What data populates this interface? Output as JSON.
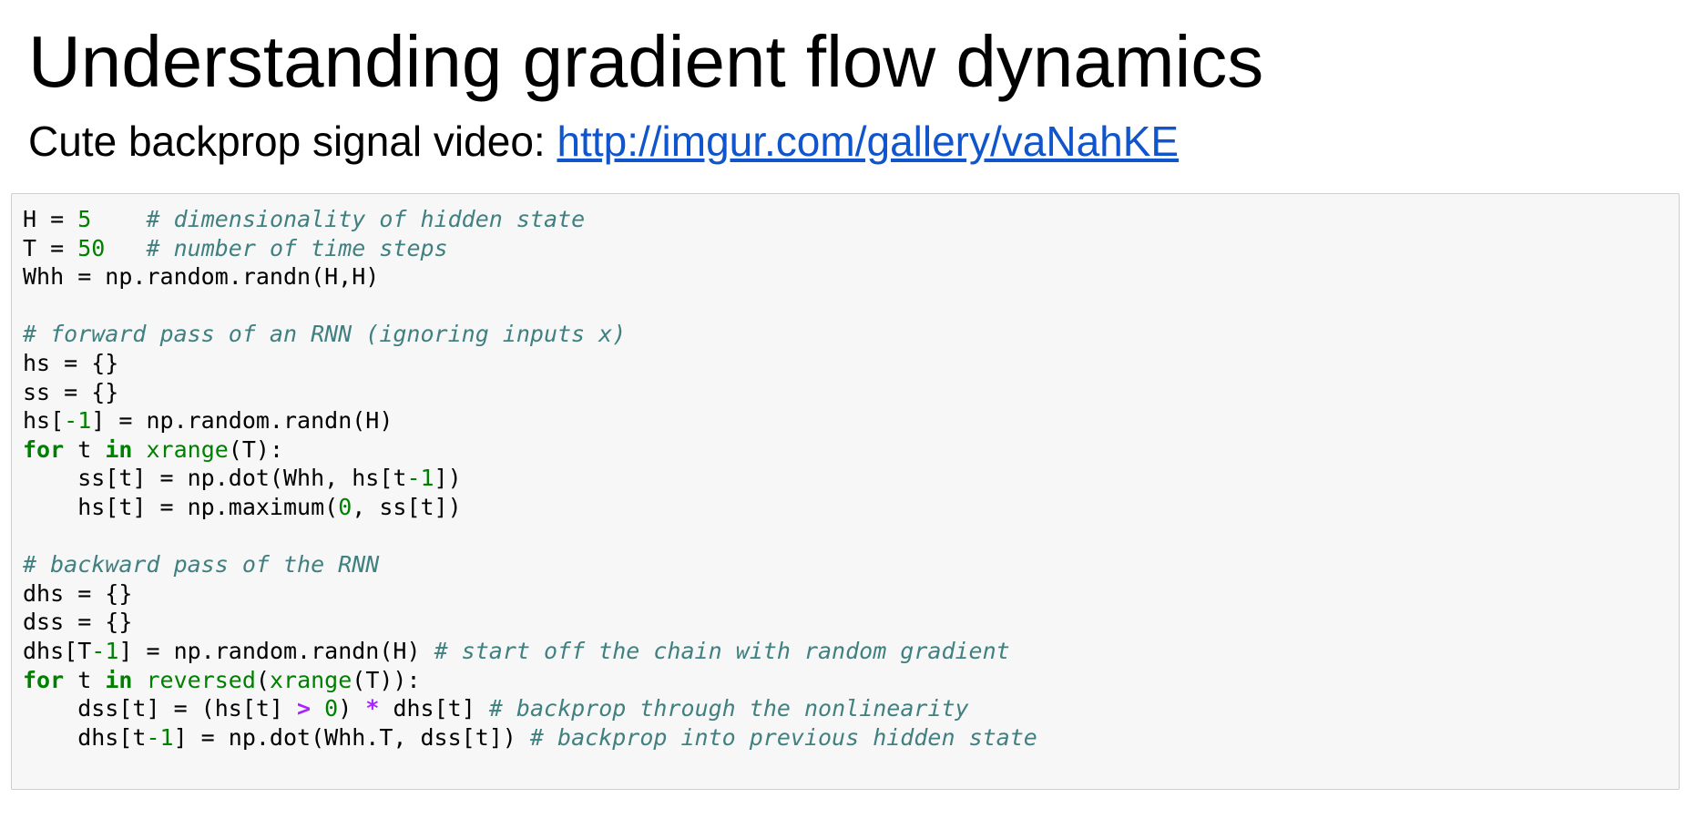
{
  "slide": {
    "title": "Understanding gradient flow dynamics",
    "subtitle_prefix": "Cute backprop signal video: ",
    "link_text": "http://imgur.com/gallery/vaNahKE"
  },
  "colors": {
    "comment": "#408080",
    "number": "#008000",
    "keyword": "#008000",
    "builtin": "#008000",
    "operator": "#aa22ff",
    "link": "#1155cc",
    "code_background": "#f7f7f7",
    "code_border": "#cfcfcf"
  },
  "code": {
    "language": "python",
    "lines": [
      [
        [
          "p",
          "H = "
        ],
        [
          "num",
          "5"
        ],
        [
          "p",
          "    "
        ],
        [
          "cm",
          "# dimensionality of hidden state"
        ]
      ],
      [
        [
          "p",
          "T = "
        ],
        [
          "num",
          "50"
        ],
        [
          "p",
          "   "
        ],
        [
          "cm",
          "# number of time steps"
        ]
      ],
      [
        [
          "p",
          "Whh = np.random.randn(H,H)"
        ]
      ],
      [],
      [
        [
          "cm",
          "# forward pass of an RNN (ignoring inputs x)"
        ]
      ],
      [
        [
          "p",
          "hs = {}"
        ]
      ],
      [
        [
          "p",
          "ss = {}"
        ]
      ],
      [
        [
          "p",
          "hs["
        ],
        [
          "num",
          "-1"
        ],
        [
          "p",
          "] = np.random.randn(H)"
        ]
      ],
      [
        [
          "kw",
          "for"
        ],
        [
          "p",
          " t "
        ],
        [
          "kw",
          "in"
        ],
        [
          "p",
          " "
        ],
        [
          "bi",
          "xrange"
        ],
        [
          "p",
          "(T):"
        ]
      ],
      [
        [
          "p",
          "    ss[t] = np.dot(Whh, hs[t"
        ],
        [
          "num",
          "-1"
        ],
        [
          "p",
          "])"
        ]
      ],
      [
        [
          "p",
          "    hs[t] = np.maximum("
        ],
        [
          "num",
          "0"
        ],
        [
          "p",
          ", ss[t])"
        ]
      ],
      [],
      [
        [
          "cm",
          "# backward pass of the RNN"
        ]
      ],
      [
        [
          "p",
          "dhs = {}"
        ]
      ],
      [
        [
          "p",
          "dss = {}"
        ]
      ],
      [
        [
          "p",
          "dhs[T"
        ],
        [
          "num",
          "-1"
        ],
        [
          "p",
          "] = np.random.randn(H) "
        ],
        [
          "cm",
          "# start off the chain with random gradient"
        ]
      ],
      [
        [
          "kw",
          "for"
        ],
        [
          "p",
          " t "
        ],
        [
          "kw",
          "in"
        ],
        [
          "p",
          " "
        ],
        [
          "bi",
          "reversed"
        ],
        [
          "p",
          "("
        ],
        [
          "bi",
          "xrange"
        ],
        [
          "p",
          "(T)):"
        ]
      ],
      [
        [
          "p",
          "    dss[t] = (hs[t] "
        ],
        [
          "op",
          ">"
        ],
        [
          "p",
          " "
        ],
        [
          "num",
          "0"
        ],
        [
          "p",
          ") "
        ],
        [
          "op",
          "*"
        ],
        [
          "p",
          " dhs[t] "
        ],
        [
          "cm",
          "# backprop through the nonlinearity"
        ]
      ],
      [
        [
          "p",
          "    dhs[t"
        ],
        [
          "num",
          "-1"
        ],
        [
          "p",
          "] = np.dot(Whh.T, dss[t]) "
        ],
        [
          "cm",
          "# backprop into previous hidden state"
        ]
      ]
    ]
  }
}
